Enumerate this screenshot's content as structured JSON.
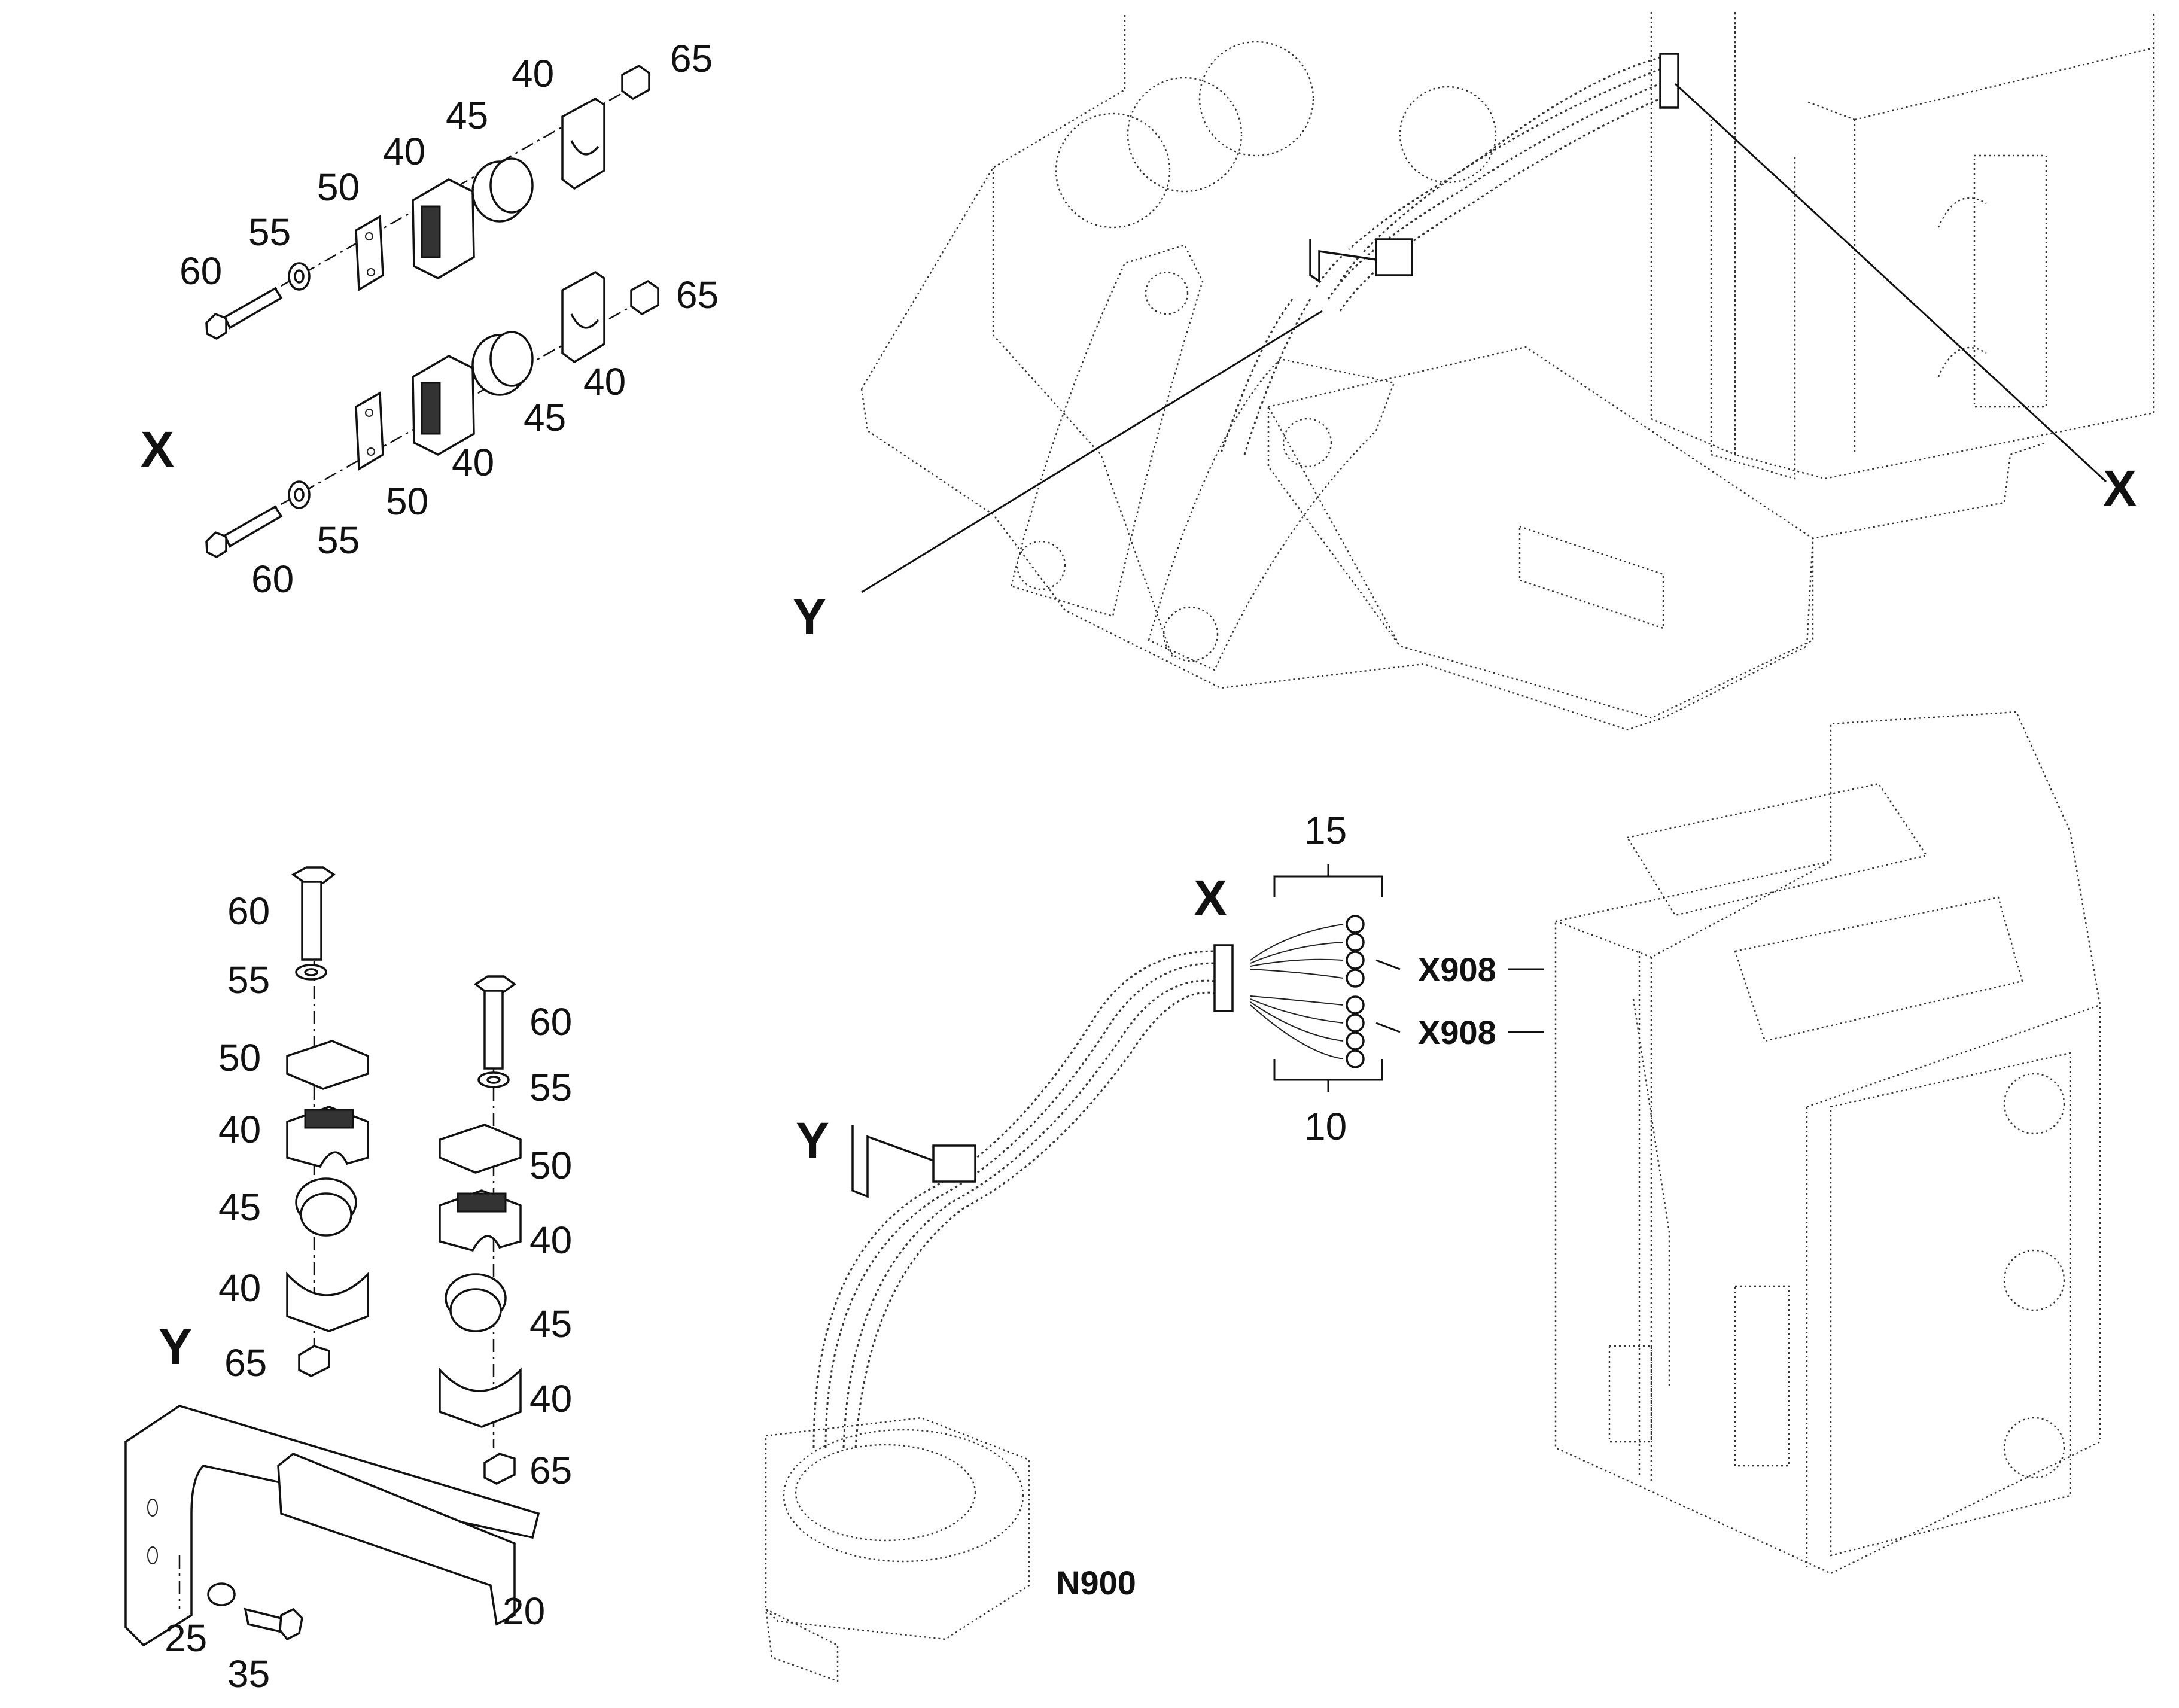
{
  "top_left_callouts": {
    "upper": {
      "c65": "65",
      "c40a": "40",
      "c45": "45",
      "c40b": "40",
      "c50": "50",
      "c55": "55",
      "c60": "60"
    },
    "lower": {
      "c65": "65",
      "c40a": "40",
      "c45": "45",
      "c40b": "40",
      "c50": "50",
      "c55": "55",
      "c60": "60"
    },
    "view_label": "X"
  },
  "top_right_view": {
    "label_x": "X",
    "label_y": "Y"
  },
  "bottom_left_callouts": {
    "left_stack": {
      "c60": "60",
      "c55": "55",
      "c50": "50",
      "c40a": "40",
      "c45": "45",
      "c40b": "40",
      "c65": "65"
    },
    "right_stack": {
      "c60": "60",
      "c55": "55",
      "c50": "50",
      "c40a": "40",
      "c45": "45",
      "c40b": "40",
      "c65": "65"
    },
    "bracket": {
      "label_y": "Y",
      "c20": "20",
      "c25": "25",
      "c35": "35"
    }
  },
  "bottom_right_view": {
    "label_x": "X",
    "label_y": "Y",
    "c15": "15",
    "c10": "10",
    "x908_a": "X908",
    "x908_b": "X908",
    "n900": "N900"
  }
}
